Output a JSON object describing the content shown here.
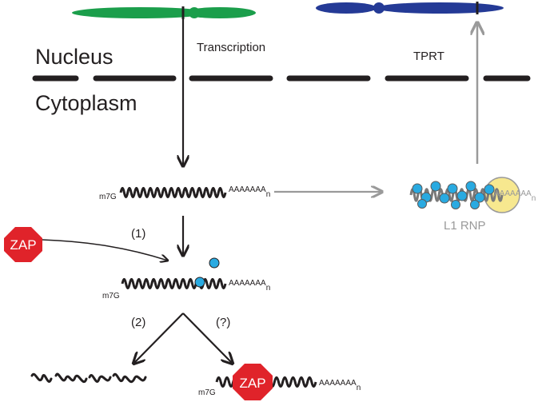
{
  "labels": {
    "nucleus": "Nucleus",
    "cytoplasm": "Cytoplasm",
    "transcription": "Transcription",
    "tprt": "TPRT",
    "l1_rnp": "L1 RNP",
    "step1": "(1)",
    "step2": "(2)",
    "step_q": "(?)"
  },
  "rna": {
    "cap": "m7G",
    "polyA": "AAAAAAA",
    "polyA_sub": "n"
  },
  "zap": {
    "label": "ZAP"
  },
  "colors": {
    "chromosome_source": "#1b9e4b",
    "chromosome_target": "#243a96",
    "zap_red": "#e0232a",
    "orf_blue": "#29aae1",
    "rnp_yellow": "#f7e88f",
    "grey": "#9a9a9a",
    "black": "#231f20"
  }
}
